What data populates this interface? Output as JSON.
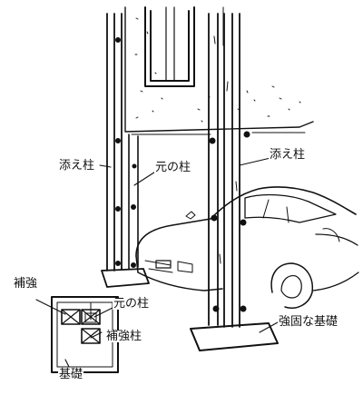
{
  "labels": {
    "left_sister_post": "添え柱",
    "original_post_center": "元の柱",
    "right_sister_post": "添え柱",
    "reinforcement": "補強",
    "original_post_inset": "元の柱",
    "reinforcing_post": "補強柱",
    "strong_foundation": "強固な基礎",
    "foundation": "基礎"
  },
  "colors": {
    "ink": "#111111",
    "paper": "#ffffff"
  }
}
